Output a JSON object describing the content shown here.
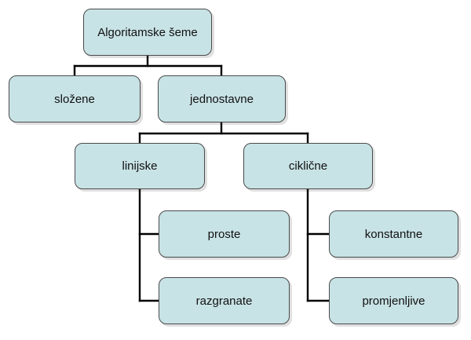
{
  "diagram": {
    "colors": {
      "node_fill": "#c8e3e6",
      "node_border": "#4a4a4a",
      "connector": "#000000"
    },
    "nodes": {
      "root": "Algoritamske šeme",
      "slozene": "složene",
      "jednostavne": "jednostavne",
      "linijske": "linijske",
      "ciklicne": "ciklične",
      "proste": "proste",
      "razgranate": "razgranate",
      "konstantne": "konstantne",
      "promjenljive": "promjenljive"
    },
    "edges": [
      [
        "root",
        "slozene"
      ],
      [
        "root",
        "jednostavne"
      ],
      [
        "jednostavne",
        "linijske"
      ],
      [
        "jednostavne",
        "ciklicne"
      ],
      [
        "linijske",
        "proste"
      ],
      [
        "linijske",
        "razgranate"
      ],
      [
        "ciklicne",
        "konstantne"
      ],
      [
        "ciklicne",
        "promjenljive"
      ]
    ]
  }
}
